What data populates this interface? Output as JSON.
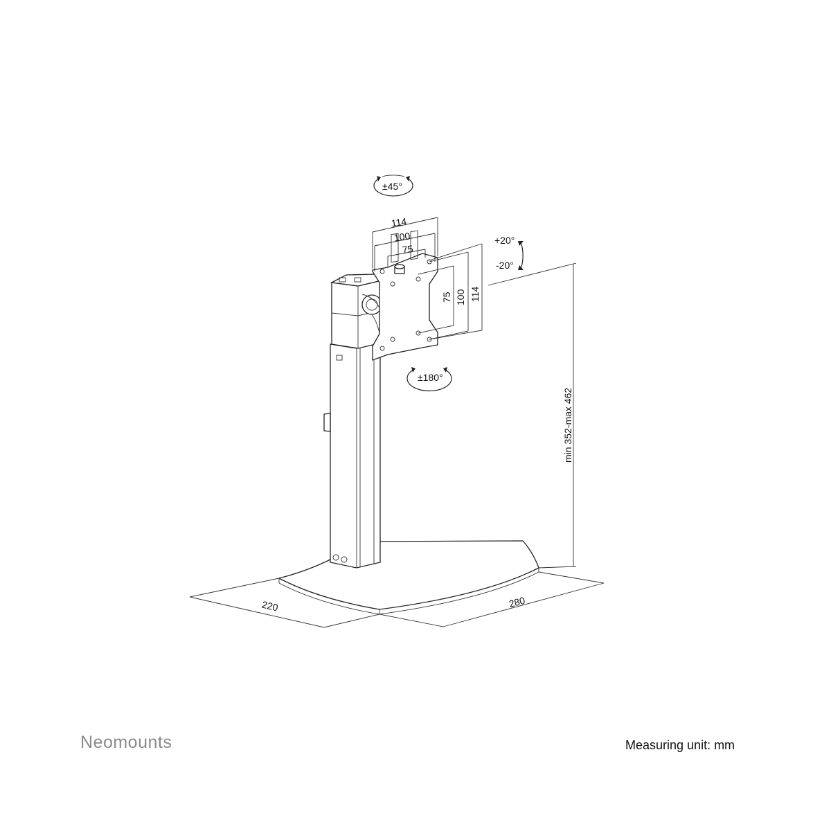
{
  "rotation": {
    "swivel": "±45°",
    "tilt_up": "+20°",
    "tilt_down": "-20°",
    "rotate": "±180°"
  },
  "vesa": {
    "horizontal": [
      "114",
      "100",
      "75"
    ],
    "vertical": [
      "75",
      "100",
      "114"
    ]
  },
  "dimensions": {
    "height_range": "min 352-max 462",
    "base_depth": "220",
    "base_width": "280"
  },
  "footer": {
    "brand": "Neomounts",
    "measuring_unit": "Measuring unit: mm"
  }
}
